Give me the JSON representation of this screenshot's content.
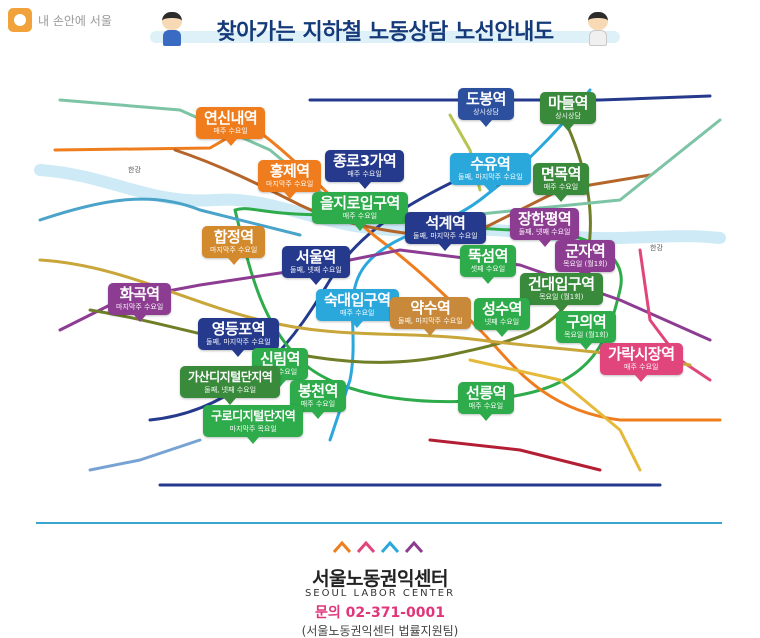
{
  "brand": {
    "text": "내 손안에 서울"
  },
  "header": {
    "title": "찾아가는 지하철 노동상담 노선안내도"
  },
  "map": {
    "labels": [
      "한강",
      "한강"
    ],
    "stations": [
      {
        "name": "도봉역",
        "schedule": "상시상담",
        "color": "#2c4f9e"
      },
      {
        "name": "마들역",
        "schedule": "상시상담",
        "color": "#3a8a3c"
      },
      {
        "name": "연신내역",
        "schedule": "매주 수요일",
        "color": "#ef7d1e"
      },
      {
        "name": "종로3가역",
        "schedule": "매주 수요일",
        "color": "#253a8c"
      },
      {
        "name": "홍제역",
        "schedule": "마지막주 수요일",
        "color": "#ef7d1e"
      },
      {
        "name": "수유역",
        "schedule": "둘째, 마지막주 수요일",
        "color": "#2aa8dc"
      },
      {
        "name": "면목역",
        "schedule": "매주 수요일",
        "color": "#3a8a3c"
      },
      {
        "name": "을지로입구역",
        "schedule": "매주 수요일",
        "color": "#2eab4a"
      },
      {
        "name": "석계역",
        "schedule": "둘째, 마지막주 수요일",
        "color": "#253a8c"
      },
      {
        "name": "장한평역",
        "schedule": "둘째, 넷째 수요일",
        "color": "#8d3d91"
      },
      {
        "name": "합정역",
        "schedule": "마지막주 수요일",
        "color": "#d38a2c"
      },
      {
        "name": "서울역",
        "schedule": "둘째, 넷째 수요일",
        "color": "#253a8c"
      },
      {
        "name": "뚝섬역",
        "schedule": "셋째 수요일",
        "color": "#2eab4a"
      },
      {
        "name": "군자역",
        "schedule": "목요일 (월1회)",
        "color": "#8d3d91"
      },
      {
        "name": "건대입구역",
        "schedule": "목요일 (월1회)",
        "color": "#3a8a3c"
      },
      {
        "name": "화곡역",
        "schedule": "마지막주 수요일",
        "color": "#8d3d91"
      },
      {
        "name": "숙대입구역",
        "schedule": "매주 수요일",
        "color": "#2aa8dc"
      },
      {
        "name": "약수역",
        "schedule": "둘째, 마지막주 수요일",
        "color": "#c88a3a"
      },
      {
        "name": "성수역",
        "schedule": "넷째 수요일",
        "color": "#2eab4a"
      },
      {
        "name": "구의역",
        "schedule": "목요일 (월1회)",
        "color": "#2eab4a"
      },
      {
        "name": "영등포역",
        "schedule": "둘째, 마지막주 수요일",
        "color": "#253a8c"
      },
      {
        "name": "신림역",
        "schedule": "매주 수요일",
        "color": "#2eab4a"
      },
      {
        "name": "가락시장역",
        "schedule": "매주 수요일",
        "color": "#e0457b"
      },
      {
        "name": "가산디지털단지역",
        "schedule": "둘째, 넷째 수요일",
        "color": "#3a8a3c"
      },
      {
        "name": "봉천역",
        "schedule": "매주 수요일",
        "color": "#2eab4a"
      },
      {
        "name": "선릉역",
        "schedule": "매주 수요일",
        "color": "#2eab4a"
      },
      {
        "name": "구로디지털단지역",
        "schedule": "마지막주 목요일",
        "color": "#2eab4a"
      }
    ]
  },
  "footer": {
    "org_name": "서울노동권익센터",
    "org_name_en": "SEOUL LABOR CENTER",
    "contact": "문의 02-371-0001",
    "dept": "(서울노동권익센터 법률지원팀)"
  }
}
